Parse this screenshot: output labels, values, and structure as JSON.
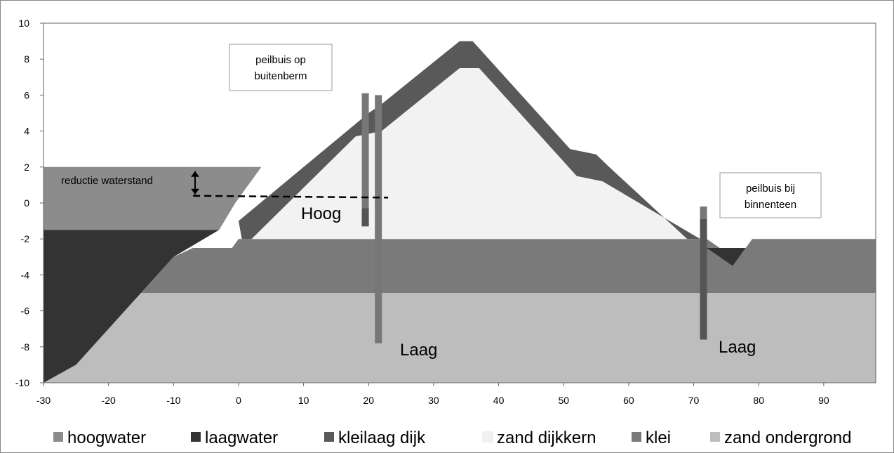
{
  "chart_data": {
    "type": "area",
    "title": "",
    "xlabel": "",
    "ylabel": "",
    "xlim": [
      -30,
      98
    ],
    "ylim": [
      -10,
      10
    ],
    "x_ticks": [
      -30,
      -20,
      -10,
      0,
      10,
      20,
      30,
      40,
      50,
      60,
      70,
      80,
      90
    ],
    "y_ticks": [
      10,
      8,
      6,
      4,
      2,
      0,
      -2,
      -4,
      -6,
      -8,
      -10
    ],
    "grid": false,
    "legend_position": "bottom",
    "series": [
      {
        "name": "hoogwater",
        "color": "#8c8c8c",
        "points": [
          [
            -30,
            2
          ],
          [
            0,
            2
          ],
          [
            3.5,
            2
          ],
          [
            -0.5,
            0
          ],
          [
            -3,
            -1.5
          ],
          [
            -30,
            -1.5
          ]
        ]
      },
      {
        "name": "laagwater",
        "color": "#333333",
        "points": [
          [
            -30,
            -1.5
          ],
          [
            -3,
            -1.5
          ],
          [
            -10,
            -3
          ],
          [
            -25,
            -9
          ],
          [
            -30,
            -10
          ]
        ],
        "points_2": [
          [
            72,
            -2.5
          ],
          [
            78,
            -2.5
          ],
          [
            76,
            -3.5
          ]
        ]
      },
      {
        "name": "kleilaag dijk",
        "color": "#595959",
        "outer": [
          [
            0,
            -1
          ],
          [
            20,
            5
          ],
          [
            22,
            5.5
          ],
          [
            34,
            9
          ],
          [
            36,
            9
          ],
          [
            37,
            8.6
          ],
          [
            51,
            3
          ],
          [
            55,
            2.7
          ],
          [
            57,
            2
          ],
          [
            69,
            -2
          ]
        ],
        "inner": [
          [
            71,
            -2
          ],
          [
            56,
            1.2
          ],
          [
            52,
            1.5
          ],
          [
            37,
            7.5
          ],
          [
            34,
            7.5
          ],
          [
            22,
            4
          ],
          [
            18,
            3.7
          ],
          [
            2,
            -2
          ],
          [
            0.5,
            -2
          ]
        ]
      },
      {
        "name": "zand dijkkern",
        "color": "#f2f2f2",
        "points": [
          [
            0.5,
            -2
          ],
          [
            2,
            -2
          ],
          [
            18,
            3.7
          ],
          [
            22,
            4
          ],
          [
            34,
            7.5
          ],
          [
            37,
            7.5
          ],
          [
            52,
            1.5
          ],
          [
            56,
            1.2
          ],
          [
            71,
            -2
          ]
        ]
      },
      {
        "name": "klei",
        "color": "#7a7a7a",
        "points": [
          [
            -15,
            -5
          ],
          [
            -10,
            -3
          ],
          [
            -7,
            -2.5
          ],
          [
            -1,
            -2.5
          ],
          [
            0,
            -2
          ],
          [
            72,
            -2
          ],
          [
            74,
            -2.5
          ],
          [
            76,
            -3.5
          ],
          [
            78,
            -2.5
          ],
          [
            79,
            -2
          ],
          [
            98,
            -2
          ],
          [
            98,
            -5
          ]
        ]
      },
      {
        "name": "zand ondergrond",
        "color": "#bdbdbd",
        "points": [
          [
            -30,
            -10
          ],
          [
            -25,
            -9
          ],
          [
            -15,
            -5
          ],
          [
            98,
            -5
          ],
          [
            98,
            -10
          ]
        ]
      }
    ],
    "peilbuizen": [
      {
        "x": 19.5,
        "top": 6.1,
        "bottom": -1.3,
        "mark": -0.3
      },
      {
        "x": 21.5,
        "top": 6.0,
        "bottom": -7.8
      },
      {
        "x": 71.5,
        "top": -0.2,
        "bottom": -7.6,
        "mark": -0.9
      }
    ],
    "reduced_level_line": {
      "x_start": -7,
      "x_end": 23,
      "y_start": 0.4,
      "y_end": 0.3
    },
    "annotations": {
      "reductie": "reductie waterstand",
      "hoog": "Hoog",
      "laag_1": "Laag",
      "laag_2": "Laag",
      "callout_1_line1": "peilbuis op",
      "callout_1_line2": "buitenberm",
      "callout_2_line1": "peilbuis bij",
      "callout_2_line2": "binnenteen"
    },
    "legend": [
      {
        "label": "hoogwater",
        "color": "#8c8c8c"
      },
      {
        "label": "laagwater",
        "color": "#333333"
      },
      {
        "label": "kleilaag dijk",
        "color": "#595959"
      },
      {
        "label": "zand dijkkern",
        "color": "#f2f2f2"
      },
      {
        "label": "klei",
        "color": "#7a7a7a"
      },
      {
        "label": "zand ondergrond",
        "color": "#bdbdbd"
      }
    ]
  }
}
